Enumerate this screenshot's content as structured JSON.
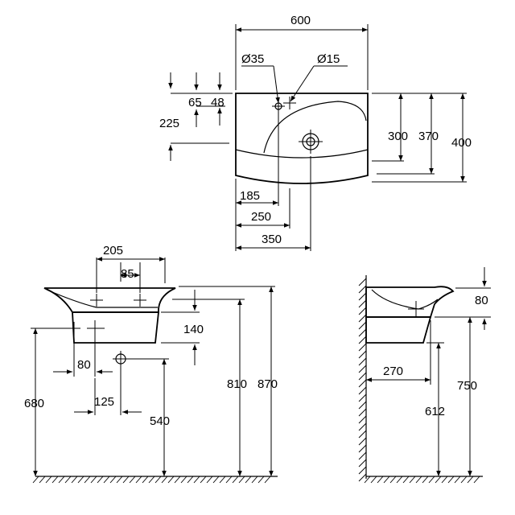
{
  "top_view": {
    "width": "600",
    "hole_large": "Ø35",
    "hole_small": "Ø15",
    "dim_65": "65",
    "dim_48": "48",
    "dim_225": "225",
    "dim_300": "300",
    "dim_370": "370",
    "dim_400": "400",
    "dim_185": "185",
    "dim_250": "250",
    "dim_350": "350"
  },
  "front_view": {
    "dim_205": "205",
    "dim_85": "85",
    "dim_140": "140",
    "dim_80": "80",
    "dim_125": "125",
    "dim_680": "680",
    "dim_540": "540",
    "dim_810": "810",
    "dim_870": "870"
  },
  "side_view": {
    "dim_80": "80",
    "dim_270": "270",
    "dim_750": "750",
    "dim_612": "612"
  }
}
